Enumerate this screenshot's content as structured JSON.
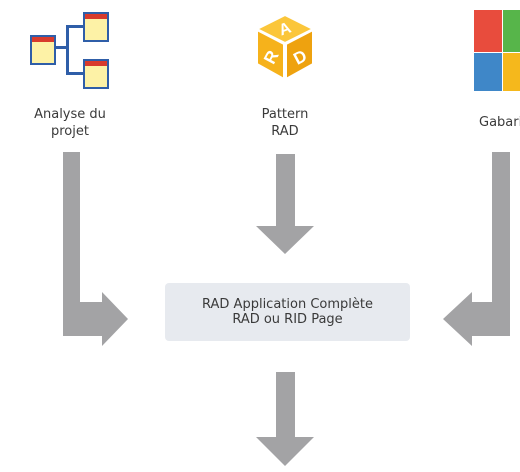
{
  "sources": {
    "analyse": {
      "line1": "Analyse du",
      "line2": "projet"
    },
    "pattern": {
      "line1": "Pattern",
      "line2": "RAD"
    },
    "gabarit": {
      "line1": "Gabarit"
    }
  },
  "pattern_icon_letters": [
    "A",
    "R",
    "D"
  ],
  "center": {
    "line1": "RAD Application Complète",
    "line2": "RAD ou RID Page"
  },
  "colors": {
    "arrow": "#a3a3a5",
    "box": "#e7eaef",
    "icon_blue": "#2f5ea8",
    "icon_yellow": "#fdf2a6",
    "icon_red": "#d83b2c",
    "cube_orange": "#f6b21b",
    "win_red": "#e84c3d",
    "win_green": "#57b54a",
    "win_blue": "#3f87c8",
    "win_yellow": "#f5b81c"
  }
}
